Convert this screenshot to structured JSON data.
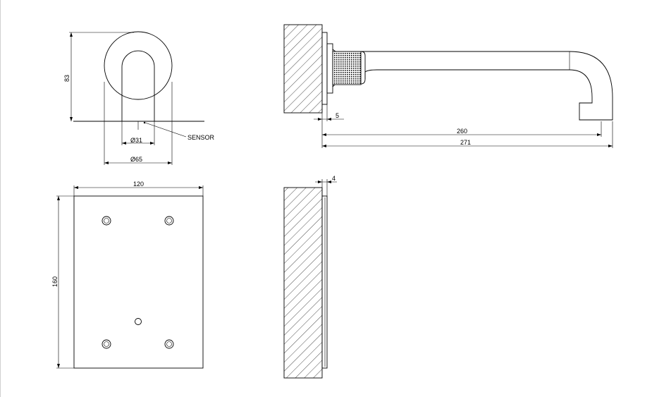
{
  "drawing": {
    "front_view": {
      "dim_height": "83",
      "dim_inner_diameter": "Ø31",
      "dim_outer_diameter": "Ø65",
      "sensor_label": "SENSOR"
    },
    "side_view": {
      "dim_gap": "5",
      "dim_projection": "260",
      "dim_total": "271"
    },
    "plate_front": {
      "dim_width": "120",
      "dim_height": "160"
    },
    "plate_side": {
      "dim_thickness": "4"
    }
  }
}
